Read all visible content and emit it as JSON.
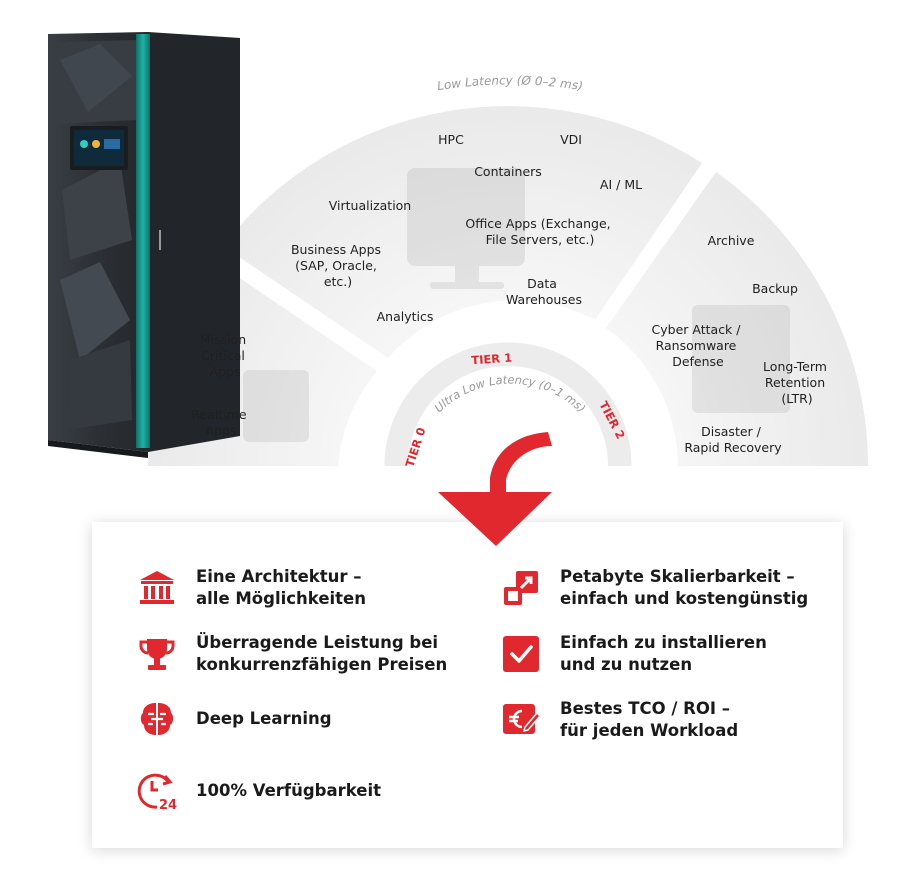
{
  "diagram": {
    "arc_label_outer": "Low Latency (Ø 0–2 ms)",
    "arc_label_inner": "Ultra Low Latency (0–1 ms)",
    "tiers": {
      "tier0": "TIER 0",
      "tier1": "TIER 1",
      "tier2": "TIER 2"
    },
    "tier0_items": [
      [
        "Mission",
        "Critical",
        "Apps"
      ],
      [
        "Realtime",
        "Apps"
      ]
    ],
    "tier1_items": [
      [
        "HPC"
      ],
      [
        "VDI"
      ],
      [
        "Containers"
      ],
      [
        "AI / ML"
      ],
      [
        "Virtualization"
      ],
      [
        "Office Apps (Exchange,",
        "File Servers, etc.)"
      ],
      [
        "Business Apps",
        "(SAP, Oracle,",
        "etc.)"
      ],
      [
        "Data",
        "Warehouses"
      ],
      [
        "Analytics"
      ]
    ],
    "tier2_items": [
      [
        "Archive"
      ],
      [
        "Backup"
      ],
      [
        "Cyber Attack /",
        "Ransomware",
        "Defense"
      ],
      [
        "Long-Term",
        "Retention",
        "(LTR)"
      ],
      [
        "Disaster /",
        "Rapid Recovery"
      ]
    ]
  },
  "features": [
    {
      "icon": "bank-icon",
      "lines": [
        "Eine Architektur –",
        "alle Möglichkeiten"
      ]
    },
    {
      "icon": "scale-arrows-icon",
      "lines": [
        "Petabyte Skalierbarkeit –",
        "einfach und kostengünstig"
      ]
    },
    {
      "icon": "trophy-icon",
      "lines": [
        "Überragende Leistung bei",
        "konkurrenzfähigen Preisen"
      ]
    },
    {
      "icon": "checkbox-icon",
      "lines": [
        "Einfach zu installieren",
        "und zu nutzen"
      ]
    },
    {
      "icon": "brain-icon",
      "lines": [
        "Deep Learning"
      ]
    },
    {
      "icon": "euro-pen-icon",
      "lines": [
        "Bestes TCO / ROI –",
        "für jeden Workload"
      ]
    },
    {
      "icon": "clock-24-icon",
      "lines": [
        "100% Verfügbarkeit"
      ]
    }
  ],
  "colors": {
    "accent_red": "#e0282e",
    "fan_fill": "#efefef",
    "rack_body": "#2e3237",
    "rack_teal": "#19a79a"
  }
}
